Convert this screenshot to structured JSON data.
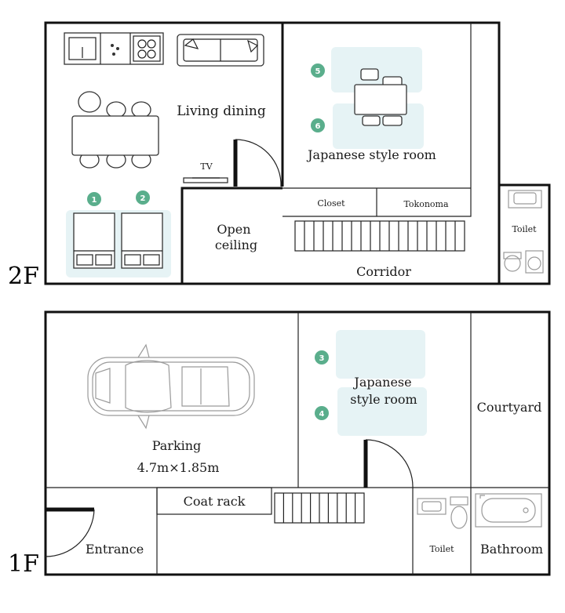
{
  "floors": {
    "upper": "2F",
    "lower": "1F"
  },
  "rooms_2f": {
    "living_dining": "Living dining",
    "japanese_room": "Japanese style room",
    "closet": "Closet",
    "tokonoma": "Tokonoma",
    "open_ceiling_line1": "Open",
    "open_ceiling_line2": "ceiling",
    "corridor": "Corridor",
    "toilet": "Toilet",
    "tv": "TV"
  },
  "rooms_1f": {
    "parking": "Parking",
    "parking_size": "4.7m×1.85m",
    "japanese_room_line1": "Japanese",
    "japanese_room_line2": "style room",
    "courtyard": "Courtyard",
    "coat_rack": "Coat rack",
    "entrance": "Entrance",
    "toilet": "Toilet",
    "bathroom": "Bathroom"
  },
  "bed_numbers": [
    "1",
    "2",
    "3",
    "4",
    "5",
    "6"
  ],
  "colors": {
    "wall": "#111111",
    "bed_badge": "#5aae8c",
    "bed_area": "#e6f3f5",
    "fixture_gray": "#9a9a9a"
  }
}
